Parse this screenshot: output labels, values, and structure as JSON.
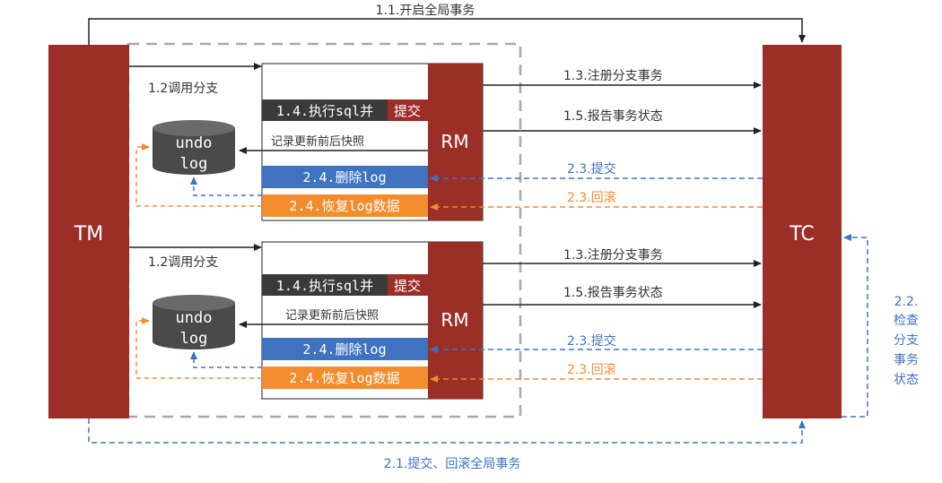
{
  "nodes": {
    "tm": "TM",
    "tc": "TC",
    "rm": "RM"
  },
  "undo_log": {
    "line1": "undo",
    "line2": "log"
  },
  "boxes": {
    "exec_sql": "1.4.执行sql并",
    "commit": "提交",
    "delete_log": "2.4.删除log",
    "restore_log": "2.4.恢复log数据"
  },
  "labels": {
    "start_global": "1.1.开启全局事务",
    "call_branch": "1.2调用分支",
    "register_branch": "1.3.注册分支事务",
    "report_status": "1.5.报告事务状态",
    "snapshot": "记录更新前后快照",
    "commit_23": "2.3.提交",
    "rollback_23": "2.3.回滚",
    "check_22": [
      "2.2.",
      "检查",
      "分支",
      "事务",
      "状态"
    ],
    "commit_rollback_21": "2.1.提交、回滚全局事务"
  },
  "colors": {
    "node_red": "#9b2f28",
    "exec_box": "#3a3a3a",
    "commit_box": "#9b2f28",
    "delete_box": "#3f73c2",
    "restore_box": "#f28c2e",
    "db_gray": "#4a4a4a",
    "arrow_blue": "#3f73c2",
    "arrow_orange": "#f28c2e",
    "dashed_gray": "#a8a8a8"
  }
}
